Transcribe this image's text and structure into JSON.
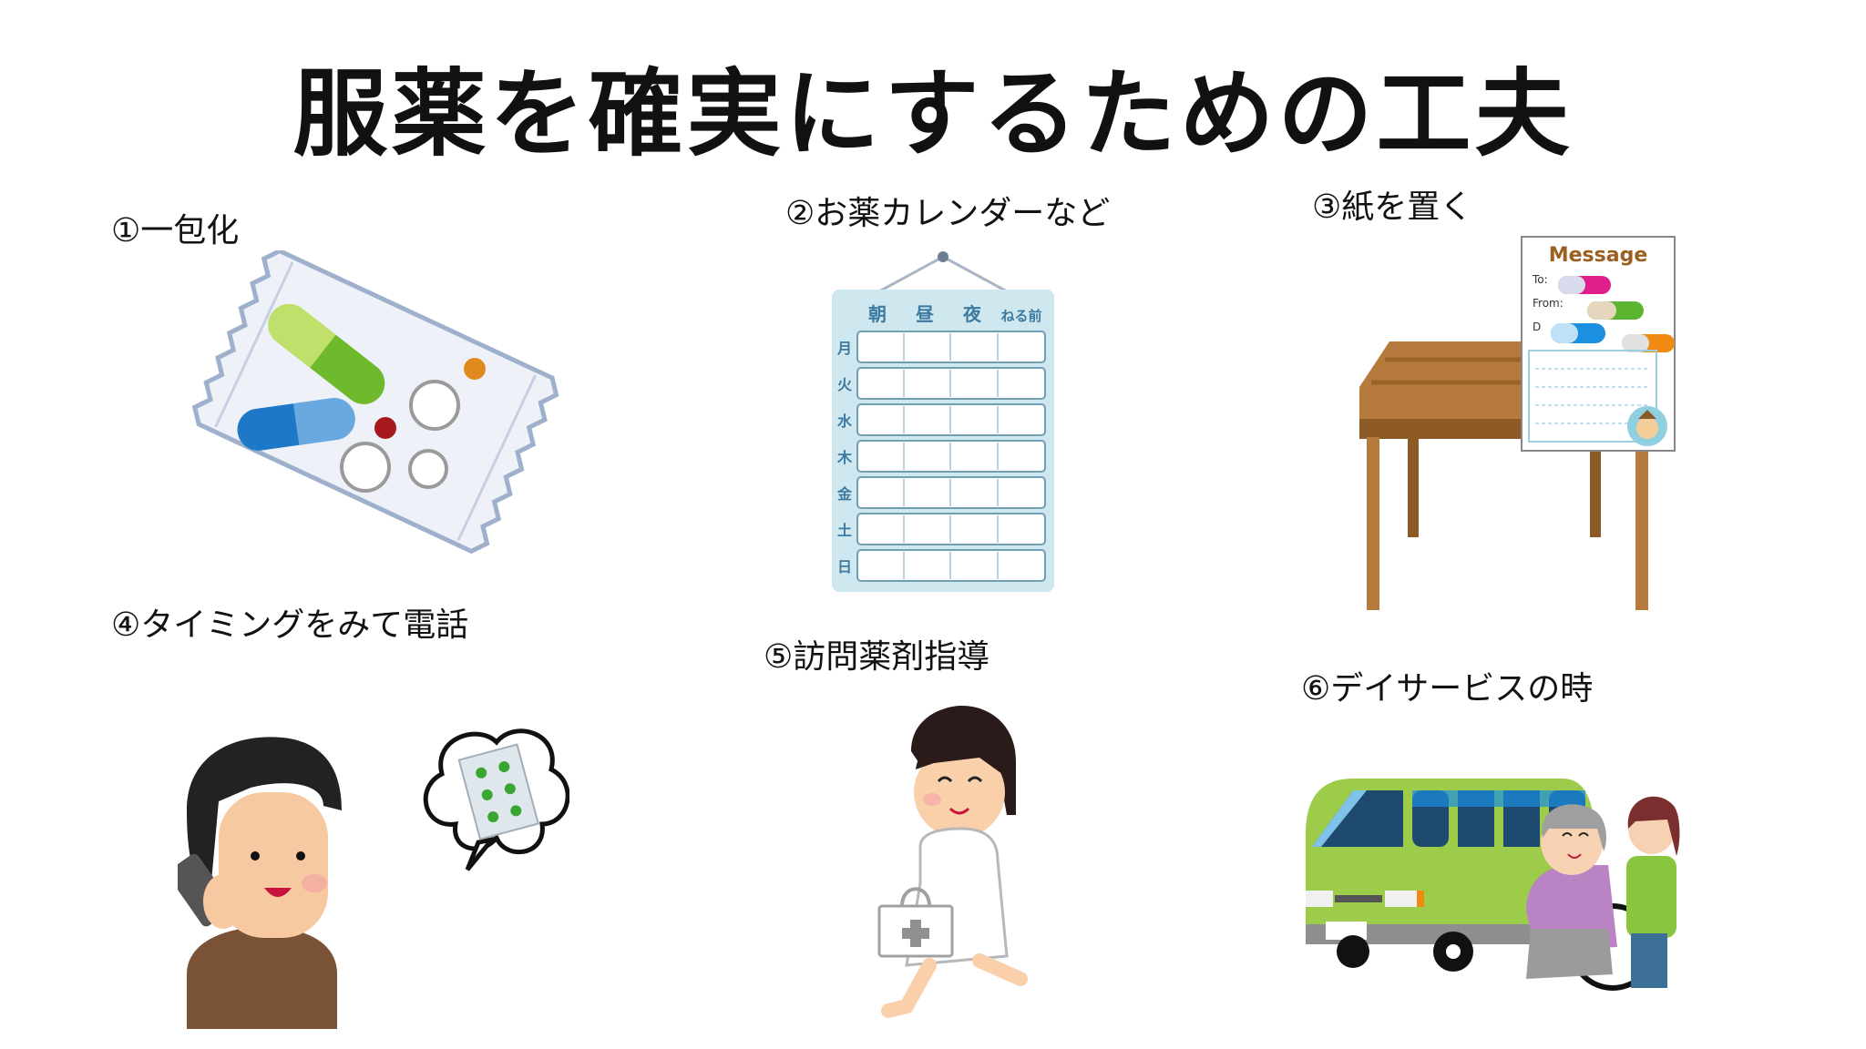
{
  "slide": {
    "title": "服薬を確実にするための工夫"
  },
  "sections": [
    {
      "id": 1,
      "label": "①一包化",
      "illustration": "medicine-packet-icon"
    },
    {
      "id": 2,
      "label": "②お薬カレンダーなど",
      "illustration": "medicine-calendar-icon"
    },
    {
      "id": 3,
      "label": "③紙を置く",
      "illustration": "table-with-message-card-icon"
    },
    {
      "id": 4,
      "label": "④タイミングをみて電話",
      "illustration": "man-on-phone-icon"
    },
    {
      "id": 5,
      "label": "⑤訪問薬剤指導",
      "illustration": "nurse-with-medical-bag-icon"
    },
    {
      "id": 6,
      "label": "⑥デイサービスの時",
      "illustration": "day-service-van-icon"
    }
  ],
  "calendar": {
    "columns": [
      "朝",
      "昼",
      "夜",
      "ねる前"
    ],
    "rows": [
      "月",
      "火",
      "水",
      "木",
      "金",
      "土",
      "日"
    ]
  },
  "message_card": {
    "heading": "Message",
    "fields": [
      "To:",
      "From:",
      "D"
    ]
  },
  "colors": {
    "text": "#111111",
    "calendar_bg": "#cfe7ee",
    "calendar_text": "#3d7aa0",
    "table_wood": "#b57a3c",
    "van_green": "#9ccc4a",
    "message_brown": "#9a6020"
  }
}
